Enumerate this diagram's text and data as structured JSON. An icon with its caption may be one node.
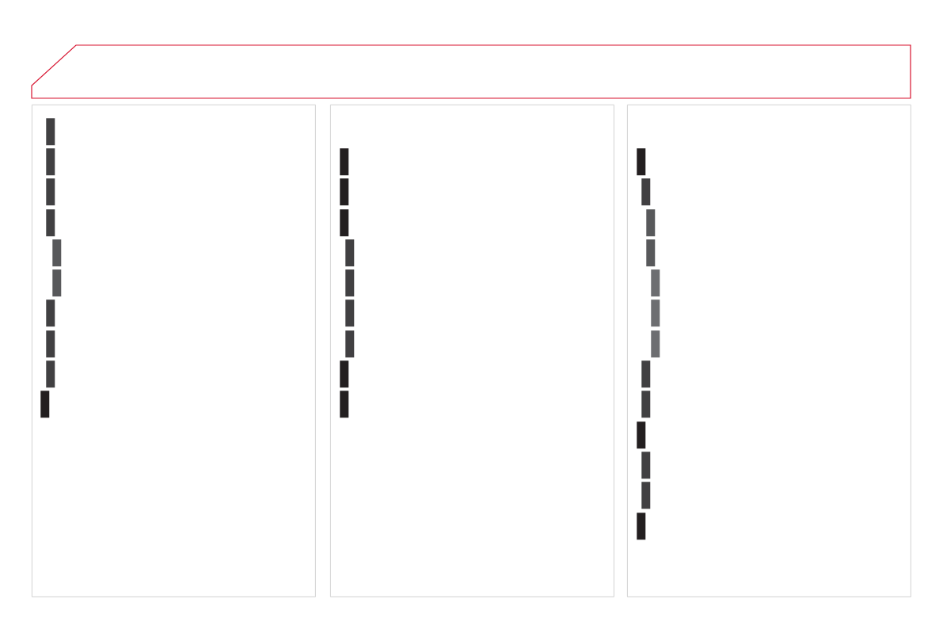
{
  "diagram": {
    "nodes": [
      {
        "text": [],
        "shape": "band"
      },
      {
        "text": [],
        "shape": "box"
      },
      {
        "text": [],
        "shape": "box"
      },
      {
        "text": [],
        "shape": "box"
      },
      {
        "text": [],
        "shape": "bar",
        "in": 1
      },
      {
        "text": [],
        "shape": "bar",
        "in": 1
      },
      {
        "text": [],
        "shape": "bar",
        "in": 1
      },
      {
        "text": [],
        "shape": "bar",
        "in": 1
      },
      {
        "text": [],
        "shape": "bar",
        "in": 1
      },
      {
        "text": [],
        "shape": "bar",
        "in": 1
      },
      {
        "text": [],
        "shape": "bar",
        "in": 1
      },
      {
        "text": [],
        "shape": "bar",
        "in": 1
      },
      {
        "text": [],
        "shape": "bar",
        "in": 1
      },
      {
        "text": [],
        "shape": "bar",
        "in": 1
      },
      {
        "text": [],
        "shape": "bar",
        "in": 2
      },
      {
        "text": [],
        "shape": "bar",
        "in": 2
      },
      {
        "text": [],
        "shape": "bar",
        "in": 2
      },
      {
        "text": [],
        "shape": "bar",
        "in": 2
      },
      {
        "text": [],
        "shape": "bar",
        "in": 2
      },
      {
        "text": [],
        "shape": "bar",
        "in": 2
      },
      {
        "text": [],
        "shape": "bar",
        "in": 2
      },
      {
        "text": [],
        "shape": "bar",
        "in": 2
      },
      {
        "text": [],
        "shape": "bar",
        "in": 2
      },
      {
        "text": [],
        "shape": "bar",
        "in": 3
      },
      {
        "text": [],
        "shape": "bar",
        "in": 3
      },
      {
        "text": [],
        "shape": "bar",
        "in": 3
      },
      {
        "text": [],
        "shape": "bar",
        "in": 3
      },
      {
        "text": [],
        "shape": "bar",
        "in": 3
      },
      {
        "text": [],
        "shape": "bar",
        "in": 3
      },
      {
        "text": [],
        "shape": "bar",
        "in": 3
      },
      {
        "text": [],
        "shape": "bar",
        "in": 3
      },
      {
        "text": [],
        "shape": "bar",
        "in": 3
      },
      {
        "text": [],
        "shape": "bar",
        "in": 3
      },
      {
        "text": [],
        "shape": "bar",
        "in": 3
      },
      {
        "text": [],
        "shape": "bar",
        "in": 3
      },
      {
        "text": [],
        "shape": "bar",
        "in": 3
      }
    ]
  }
}
